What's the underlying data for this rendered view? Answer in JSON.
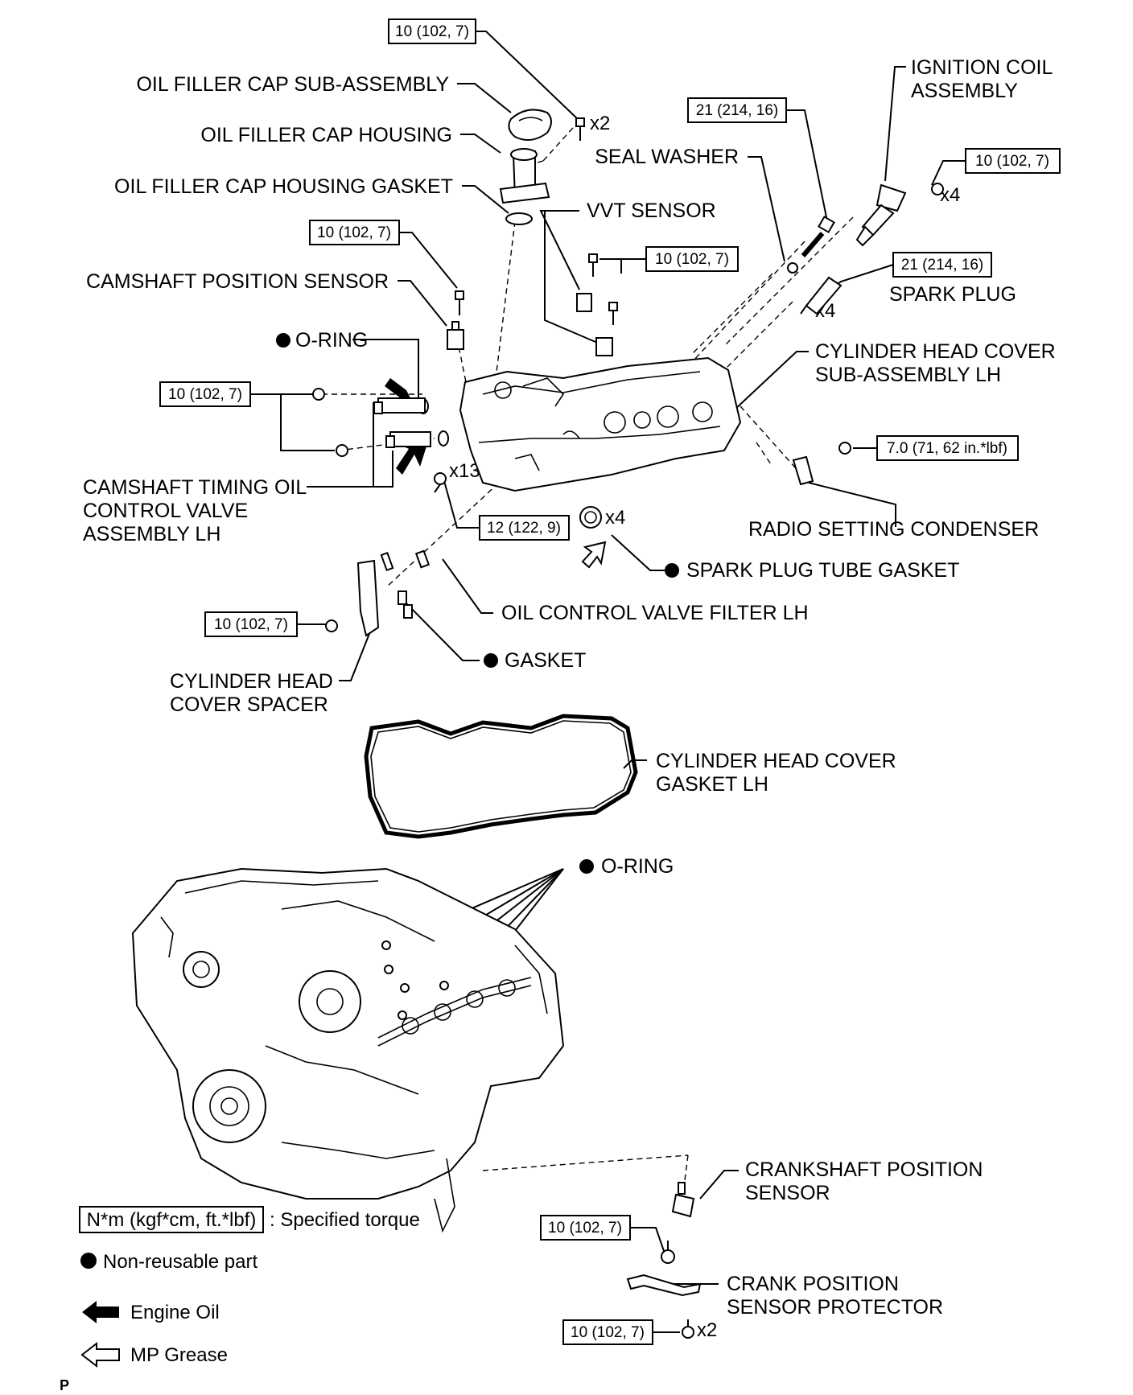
{
  "labels": {
    "oil_filler_cap": "OIL FILLER CAP SUB-ASSEMBLY",
    "oil_filler_housing": "OIL FILLER CAP HOUSING",
    "oil_filler_gasket": "OIL FILLER CAP HOUSING GASKET",
    "vvt_sensor": "VVT SENSOR",
    "seal_washer": "SEAL WASHER",
    "ignition_coil_1": "IGNITION COIL",
    "ignition_coil_2": "ASSEMBLY",
    "spark_plug": "SPARK PLUG",
    "camshaft_position_sensor": "CAMSHAFT POSITION SENSOR",
    "o_ring_top": "O-RING",
    "cyl_head_cover_1": "CYLINDER HEAD COVER",
    "cyl_head_cover_2": "SUB-ASSEMBLY LH",
    "camshaft_timing_1": "CAMSHAFT TIMING OIL",
    "camshaft_timing_2": "CONTROL VALVE",
    "camshaft_timing_3": "ASSEMBLY LH",
    "radio_condenser": "RADIO SETTING CONDENSER",
    "spark_plug_tube_gasket": "SPARK PLUG TUBE GASKET",
    "oil_control_filter": "OIL CONTROL VALVE FILTER LH",
    "gasket": "GASKET",
    "cyl_head_spacer_1": "CYLINDER HEAD",
    "cyl_head_spacer_2": "COVER SPACER",
    "cyl_head_gasket_1": "CYLINDER HEAD COVER",
    "cyl_head_gasket_2": "GASKET LH",
    "o_ring_bottom": "O-RING",
    "crankshaft_sensor_1": "CRANKSHAFT POSITION",
    "crankshaft_sensor_2": "SENSOR",
    "crank_protector_1": "CRANK POSITION",
    "crank_protector_2": "SENSOR PROTECTOR"
  },
  "torques": {
    "oil_cap_bolts": "10 (102, 7)",
    "plug_tube_bolt": "21 (214, 16)",
    "ignition_coil_bolts": "10 (102, 7)",
    "spark_plug": "21 (214, 16)",
    "cam_sensor_bolt": "10 (102, 7)",
    "vvt_bolt": "10 (102, 7)",
    "ocv_bolts": "10 (102, 7)",
    "condenser_bolt": "7.0 (71, 62 in.*lbf)",
    "cover_bolts": "12 (122, 9)",
    "spacer_bolt": "10 (102, 7)",
    "crank_sensor_bolt": "10 (102, 7)",
    "crank_protector_bolt": "10 (102, 7)"
  },
  "multipliers": {
    "oil_cap": "x2",
    "ignition_coil": "x4",
    "spark_plug": "x4",
    "cover_bolts": "x13",
    "tube_gasket": "x4",
    "protector": "x2"
  },
  "legend": {
    "torque_box": "N*m (kgf*cm, ft.*lbf)",
    "torque_text": ": Specified torque",
    "non_reusable": "Non-reusable part",
    "engine_oil": "Engine Oil",
    "mp_grease": "MP Grease"
  },
  "corner_mark": "P"
}
